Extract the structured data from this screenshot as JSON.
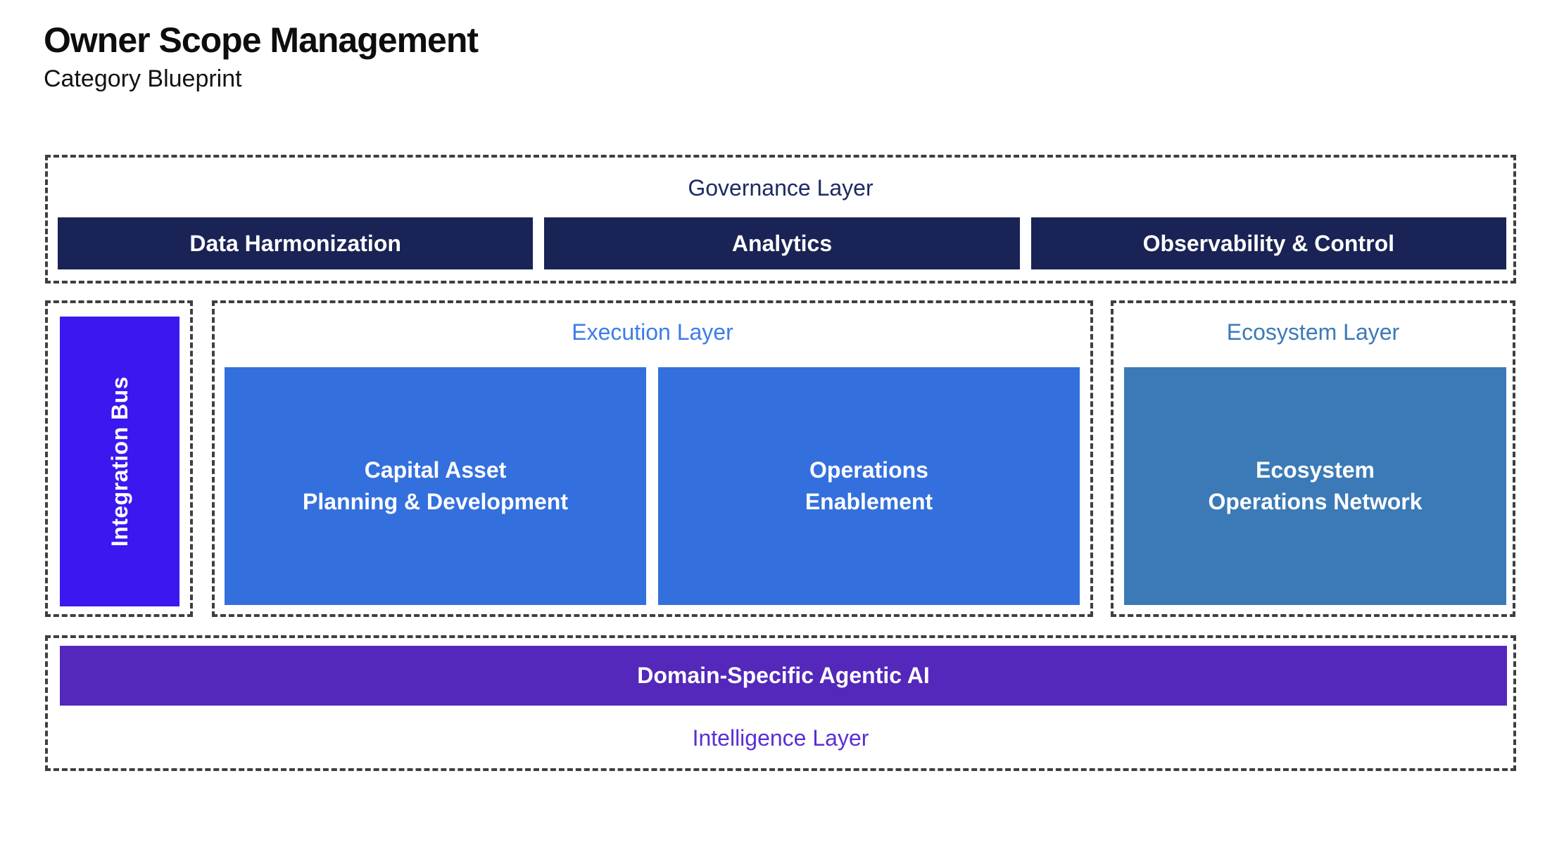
{
  "header": {
    "title": "Owner Scope Management",
    "subtitle": "Category Blueprint"
  },
  "governance": {
    "label": "Governance Layer",
    "boxes": [
      "Data Harmonization",
      "Analytics",
      "Observability & Control"
    ]
  },
  "integration": {
    "label": "Integration Bus"
  },
  "execution": {
    "label": "Execution Layer",
    "boxes": [
      "Capital Asset\nPlanning & Development",
      "Operations\nEnablement"
    ]
  },
  "ecosystem": {
    "label": "Ecosystem Layer",
    "boxes": [
      "Ecosystem\nOperations Network"
    ]
  },
  "intelligence": {
    "label": "Intelligence Layer",
    "bar": "Domain-Specific Agentic AI"
  },
  "colors": {
    "governance_box": "#192355",
    "governance_label": "#1c2a63",
    "execution_box": "#3470dd",
    "execution_label": "#3d7ce8",
    "ecosystem_box": "#3b7ab7",
    "ecosystem_label": "#3b7ab7",
    "integration_bus": "#3c17ef",
    "intelligence_bar": "#5328bb",
    "intelligence_label": "#5b2fd4",
    "dashed_border": "#3f3f3f",
    "title_text": "#0d0d0d",
    "box_text": "#ffffff"
  }
}
